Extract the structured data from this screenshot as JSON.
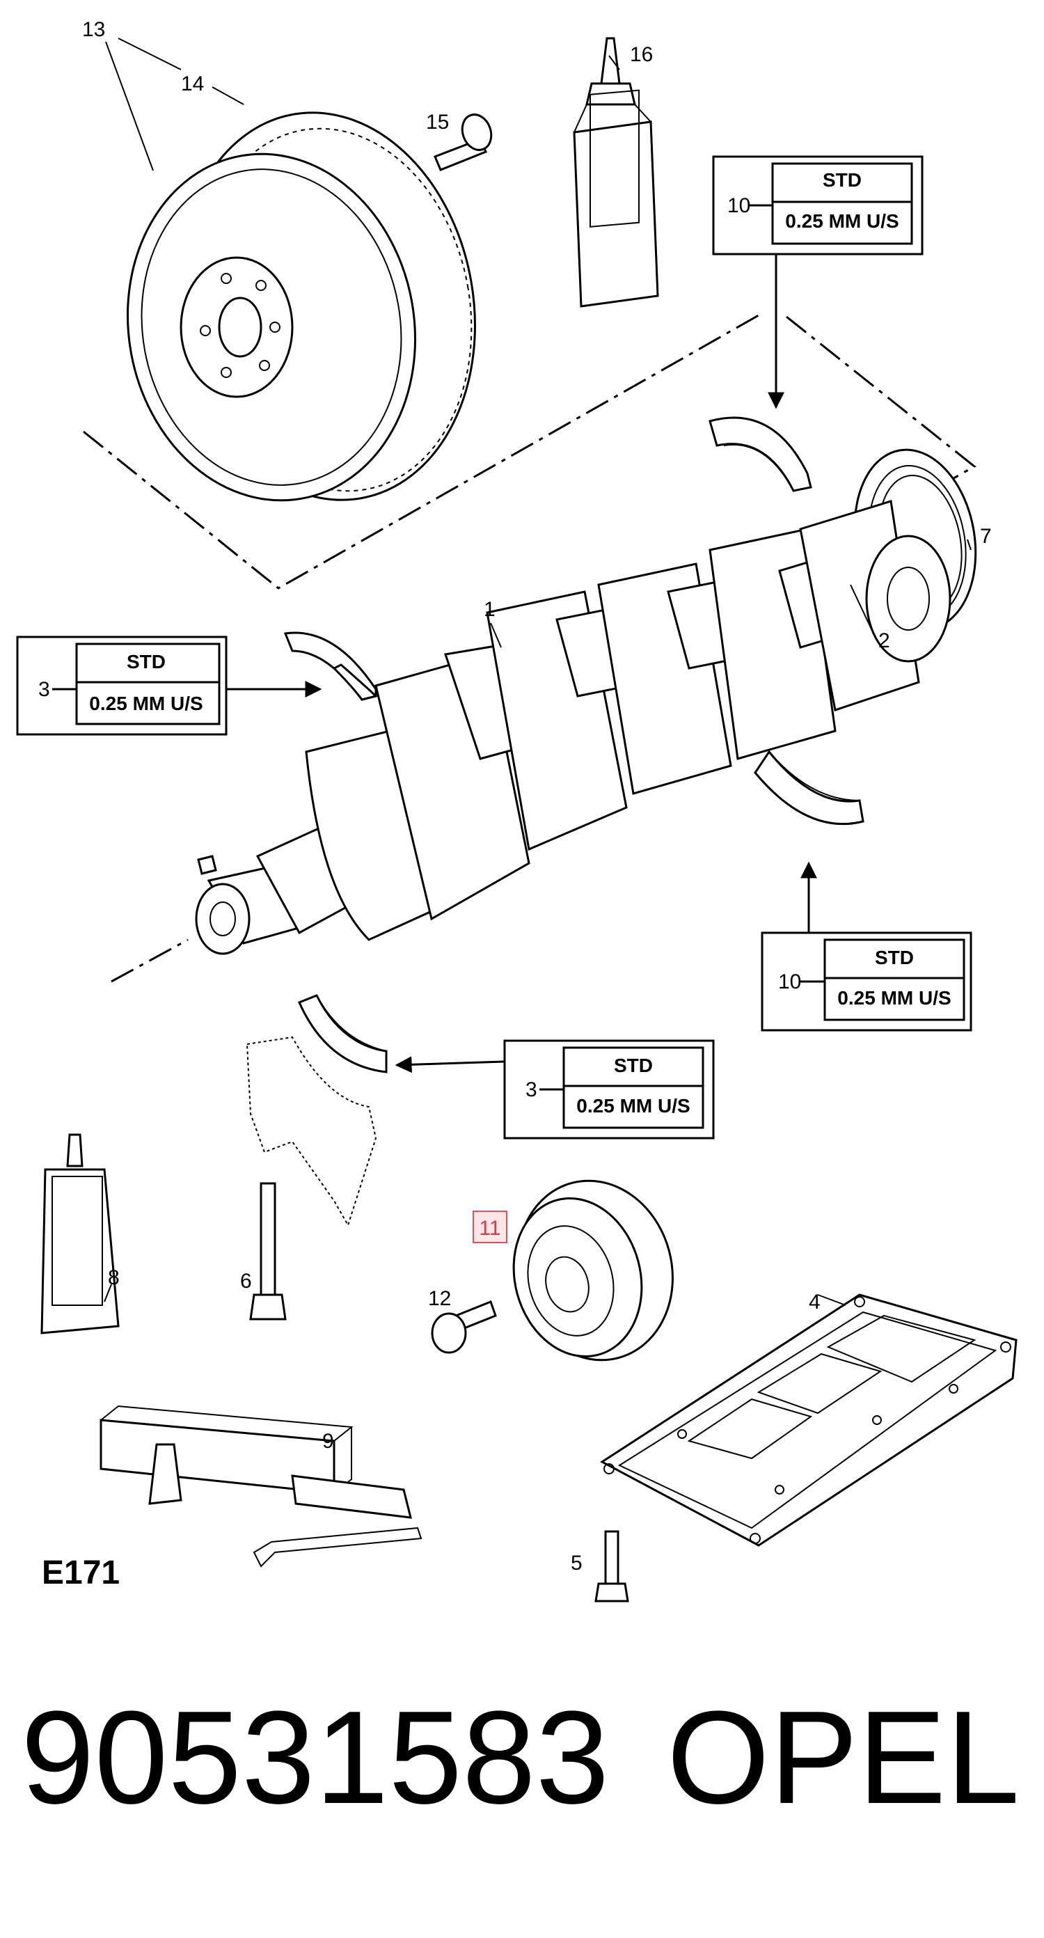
{
  "diagram": {
    "code": "E171",
    "part_number": "90531583",
    "brand": "OPEL",
    "bearing_options": {
      "std": "STD",
      "undersize": "0.25  MM U/S"
    },
    "highlight_color": "#e0505a",
    "callouts": {
      "c1": "1",
      "c2": "2",
      "c3a": "3",
      "c3b": "3",
      "c4": "4",
      "c5": "5",
      "c6": "6",
      "c7": "7",
      "c8": "8",
      "c9": "9",
      "c10a": "10",
      "c10b": "10",
      "c11": "11",
      "c12": "12",
      "c13": "13",
      "c14": "14",
      "c15": "15",
      "c16": "16"
    }
  }
}
